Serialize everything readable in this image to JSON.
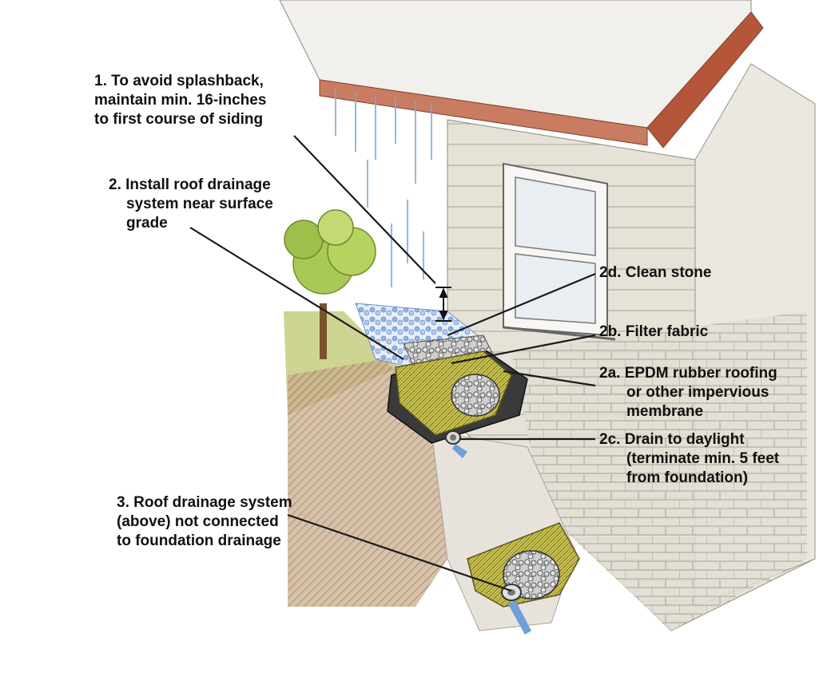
{
  "callouts": [
    {
      "id": "1",
      "lines": [
        "1. To avoid splashback,",
        "maintain min. 16-inches",
        "to first course of siding"
      ]
    },
    {
      "id": "2",
      "lines": [
        "2. Install roof drainage",
        "system near surface",
        "grade"
      ]
    },
    {
      "id": "2d",
      "lines": [
        "2d. Clean stone"
      ]
    },
    {
      "id": "2b",
      "lines": [
        "2b. Filter fabric"
      ]
    },
    {
      "id": "2a",
      "lines": [
        "2a. EPDM rubber roofing",
        "or other impervious",
        "membrane"
      ]
    },
    {
      "id": "2c",
      "lines": [
        "2c. Drain to daylight",
        "(terminate min. 5 feet",
        "from foundation)"
      ]
    },
    {
      "id": "3",
      "lines": [
        "3. Roof drainage system",
        "(above) not connected",
        "to foundation drainage"
      ]
    }
  ],
  "colors": {
    "text": "#111111",
    "leader": "#1a1a1a",
    "siding": "#d9d4c7",
    "roof_trim": "#b5563a",
    "water": "#6f9fd8",
    "foliage": "#9cc04a",
    "fabric": "#c9c24a",
    "soil": "#a88562",
    "stone": "#8a8a8a"
  },
  "icons": [
    "double-arrow-icon",
    "tree-icon",
    "window-icon",
    "drain-pipe-icon",
    "rain-icon"
  ]
}
